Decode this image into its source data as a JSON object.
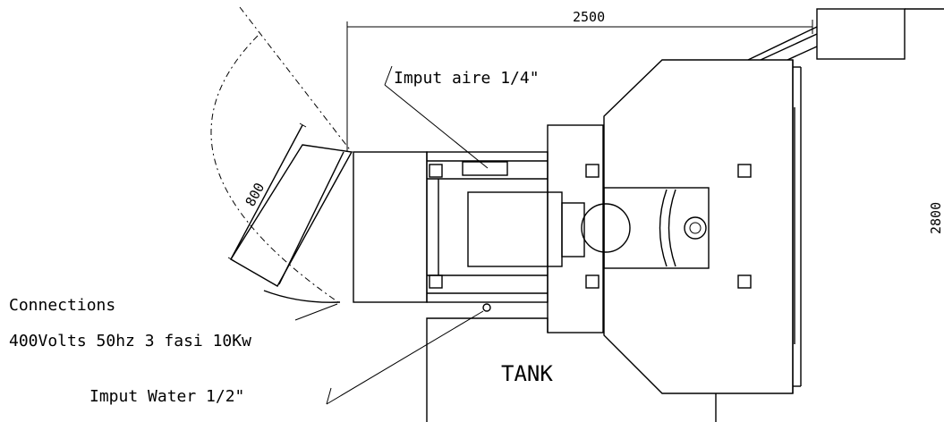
{
  "dimensions": {
    "width_label": "2500",
    "height_label": "2800",
    "door_label": "800"
  },
  "labels": {
    "air_input": "Imput aire  1/4\"",
    "connections_title": "Connections",
    "connections_spec": "400Volts 50hz  3 fasi 10Kw",
    "water_input": "Imput Water 1/2\"",
    "tank": "TANK"
  }
}
